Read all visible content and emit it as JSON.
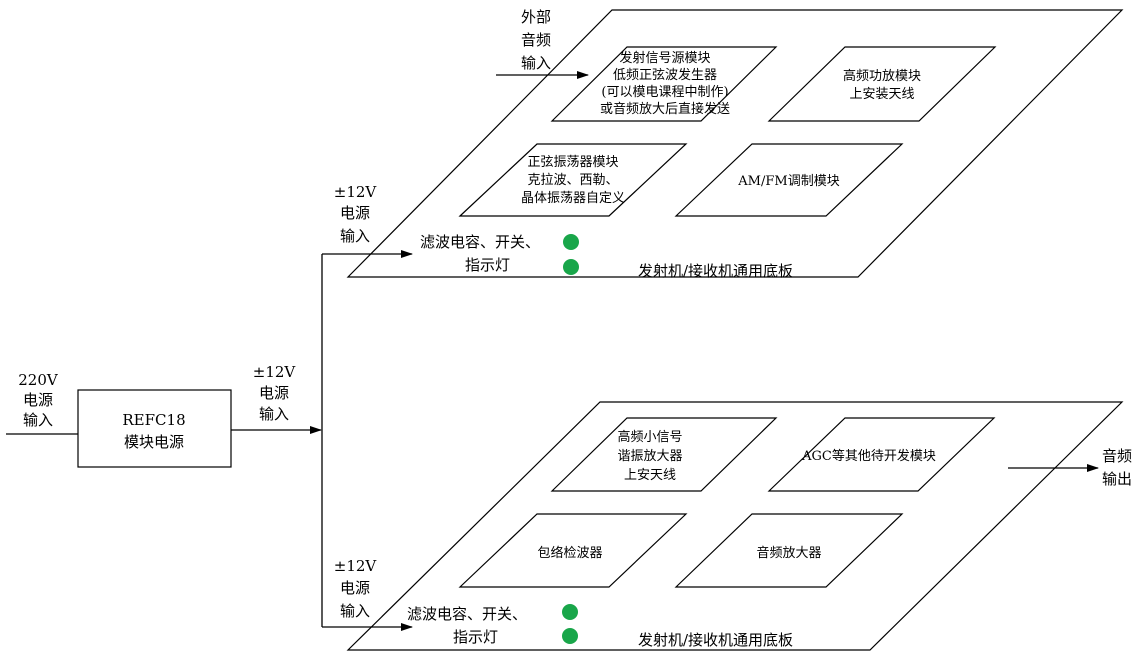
{
  "colors": {
    "line": "#000000",
    "indicator": "#19a64a",
    "background": "#ffffff"
  },
  "power_input": {
    "lines": [
      "220V",
      "电源",
      "输入"
    ]
  },
  "power_module": {
    "lines": [
      "REFC18",
      "模块电源"
    ]
  },
  "power_output": {
    "lines": [
      "±12V",
      "电源",
      "输入"
    ]
  },
  "transmitter_board": {
    "power_label": [
      "±12V",
      "电源",
      "输入"
    ],
    "external_audio_label": [
      "外部",
      "音频",
      "输入"
    ],
    "filter_label": [
      "滤波电容、开关、",
      "指示灯"
    ],
    "board_title": "发射机/接收机通用底板",
    "modules": [
      {
        "id": "signal-source",
        "lines": [
          "发射信号源模块",
          "低频正弦波发生器",
          "(可以模电课程中制作)",
          "或音频放大后直接发送"
        ]
      },
      {
        "id": "rf-power-amp",
        "lines": [
          "高频功放模块",
          "上安装天线"
        ]
      },
      {
        "id": "sine-oscillator",
        "lines": [
          "正弦振荡器模块",
          "克拉波、西勒、",
          "晶体振荡器自定义"
        ]
      },
      {
        "id": "am-fm-modulator",
        "lines": [
          "AM/FM调制模块"
        ]
      }
    ]
  },
  "receiver_board": {
    "power_label": [
      "±12V",
      "电源",
      "输入"
    ],
    "audio_output_label": [
      "音频",
      "输出"
    ],
    "filter_label": [
      "滤波电容、开关、",
      "指示灯"
    ],
    "board_title": "发射机/接收机通用底板",
    "modules": [
      {
        "id": "rf-small-signal-amp",
        "lines": [
          "高频小信号",
          "谐振放大器",
          "上安天线"
        ]
      },
      {
        "id": "agc-module",
        "lines": [
          "AGC等其他待开发模块"
        ]
      },
      {
        "id": "envelope-detector",
        "lines": [
          "包络检波器"
        ]
      },
      {
        "id": "audio-amp",
        "lines": [
          "音频放大器"
        ]
      }
    ]
  }
}
